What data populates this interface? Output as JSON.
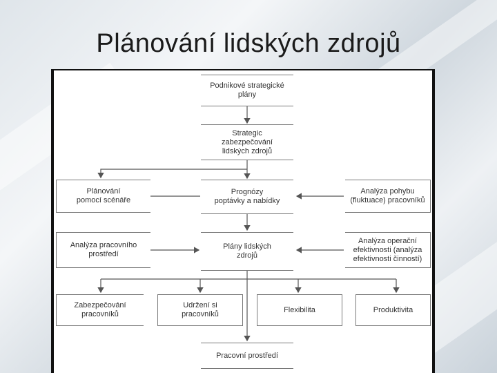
{
  "slide": {
    "title": "Plánování lidských zdrojů"
  },
  "diagram": {
    "boxes": {
      "strategic_plans": "Podnikové strategické\nplány",
      "hr_strategy": "Strategic\nzabezpečování\nlidských zdrojů",
      "scenario_planning": "Plánování\npomocí scénáře",
      "forecast": "Prognózy\npoptávky a nabídky",
      "movement_analysis": "Analýza pohybu\n(fluktuace) pracovníků",
      "environment_analysis": "Analýza pracovního\nprostředí",
      "hr_plans": "Plány lidských\nzdrojů",
      "efficiency_analysis": "Analýza operační\nefektivnosti (analýza\nefektivnosti činností)",
      "securing": "Zabezpečování\npracovníků",
      "retention": "Udržení si\npracovníků",
      "flexibility": "Flexibilita",
      "productivity": "Produktivita",
      "work_environment": "Pracovní prostředí"
    }
  }
}
